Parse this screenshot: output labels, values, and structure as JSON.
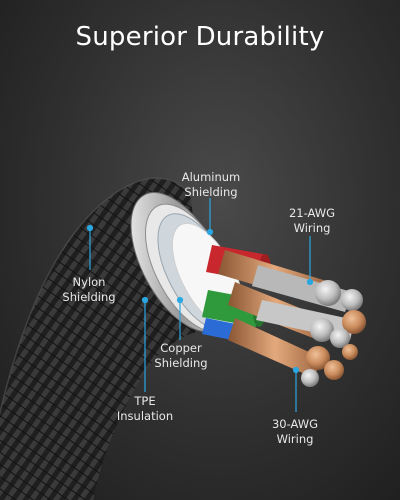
{
  "title": "Superior Durability",
  "callouts": {
    "aluminum": {
      "line1": "Aluminum",
      "line2": "Shielding"
    },
    "awg21": {
      "line1": "21-AWG",
      "line2": "Wiring"
    },
    "nylon": {
      "line1": "Nylon",
      "line2": "Shielding"
    },
    "copper": {
      "line1": "Copper",
      "line2": "Shielding"
    },
    "tpe": {
      "line1": "TPE",
      "line2": "Insulation"
    },
    "awg30": {
      "line1": "30-AWG",
      "line2": "Wiring"
    }
  },
  "colors": {
    "callout_line": "#2aa7e0",
    "wire_red": "#c8282d",
    "wire_green": "#2f9a3c",
    "wire_blue": "#2a6bd6",
    "copper": "#c98b5c"
  }
}
